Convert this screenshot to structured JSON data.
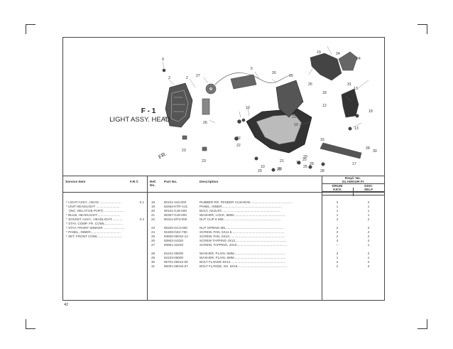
{
  "page_number": "42",
  "figure": {
    "id": "F - 1",
    "name": "LIGHT ASSY. HEAD",
    "direction_mark": "FR."
  },
  "callouts": [
    "19",
    "24",
    "24",
    "9",
    "5",
    "3",
    "2",
    "27",
    "26",
    "15",
    "31",
    "13",
    "18",
    "12",
    "18",
    "10",
    "26",
    "11",
    "21",
    "10",
    "26",
    "28",
    "21",
    "22",
    "16",
    "29",
    "30",
    "17",
    "25",
    "20",
    "23",
    "23",
    "20",
    "29",
    "22",
    "25",
    "28",
    "26",
    "10",
    "13",
    "28",
    "10",
    "28",
    "9"
  ],
  "table": {
    "headers": {
      "service_item": "Service Item",
      "frt": "F.R.T.",
      "ref_no": "Ref. No.",
      "part_no": "Part No.",
      "description": "Description",
      "reqd_no": "Reqd. No.",
      "variant": "GLAMOUR FI",
      "drum": "DRUM",
      "kick": "KICK",
      "disc": "DISC",
      "self": "SELF"
    },
    "service_items": [
      {
        "name": "* LIGHT ASSY., HEAD ........................",
        "frt": "0.1"
      },
      {
        "name": "* UNIT HEADLIGHT ..........................",
        "frt": ""
      },
      {
        "name": "(INC. RELATIVE PART) ......................",
        "frt": ""
      },
      {
        "name": "* BULB, HEADLIGHT..........................",
        "frt": ""
      },
      {
        "name": "* SOCKET ASSY., HEADLIGHT............",
        "frt": "0.2"
      },
      {
        "name": "* STAY, COMP. FR. COWL....................",
        "frt": ""
      },
      {
        "name": "* STAY, FRONT WINKER .......................",
        "frt": ""
      },
      {
        "name": "* PANEL, INNER.................................",
        "frt": ""
      },
      {
        "name": "* SET, FRONT COWL ..........................",
        "frt": ""
      }
    ],
    "parts": [
      {
        "ref": "18",
        "part": "80101-443-000",
        "desc": "RUBBER RR. FENDER CUSHION...............................................",
        "drum": "2",
        "disc": "2"
      },
      {
        "ref": "19",
        "part": "83462-KTR-A21",
        "desc": "PANEL, INNER..................................................................",
        "drum": "1",
        "disc": "1"
      },
      {
        "ref": "20",
        "part": "90101-GJ6-000",
        "desc": "BOLT, ADJUST................................................................",
        "drum": "1",
        "disc": "1"
      },
      {
        "ref": "21",
        "part": "90307-GJ6-000",
        "desc": "WASHER, LOCK, 6MM.........................................................",
        "drum": "1",
        "disc": "1"
      },
      {
        "ref": "22",
        "part": "90311-MT3-000",
        "desc": "NUT CLIP 6 MM...............................................................",
        "drum": "2",
        "disc": "2"
      },
      {
        "ref": "23",
        "part": "90320-GC3-000",
        "desc": "NUT SPRING M5.................................................................",
        "drum": "2",
        "disc": "2"
      },
      {
        "ref": "24",
        "part": "91509-GE2-760",
        "desc": "SCREW, PAN, 5X11.5..........................................................",
        "drum": "2",
        "disc": "2"
      },
      {
        "ref": "25",
        "part": "93500-05010-1A",
        "desc": "SCREW, PAN, 5X10..............................................................",
        "drum": "2",
        "disc": "2"
      },
      {
        "ref": "26",
        "part": "93903-24320",
        "desc": "SCREW TAPPING 4X12.........................................................",
        "drum": "4",
        "disc": "4"
      },
      {
        "ref": "27",
        "part": "93901-32220",
        "desc": "SCREW, TAPPING, 4X10........................................................",
        "drum": "–",
        "disc": "1"
      },
      {
        "ref": "28",
        "part": "94101-05000",
        "desc": "WASHER, PLAIN, 5MM.........................................................",
        "drum": "2",
        "disc": "2"
      },
      {
        "ref": "29",
        "part": "94103-06000",
        "desc": "WASHER, PLAIN, 6MM.........................................................",
        "drum": "1",
        "disc": "1"
      },
      {
        "ref": "30",
        "part": "95701-06012-00",
        "desc": "BOLT FLANGE 6X12.............................................................",
        "drum": "2",
        "disc": "2"
      },
      {
        "ref": "31",
        "part": "96001-06016-07",
        "desc": "BOLT FLANGE, SH. 6X16.......................................................",
        "drum": "2",
        "disc": "2"
      }
    ]
  }
}
